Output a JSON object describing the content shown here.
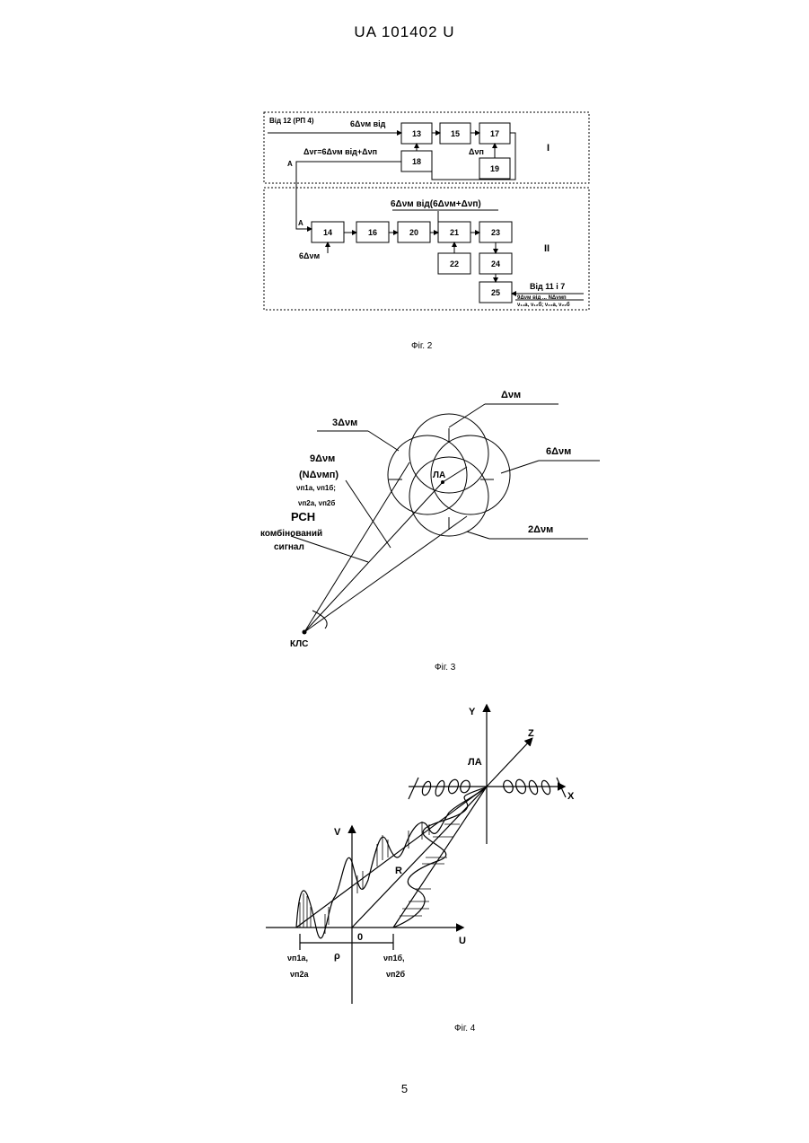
{
  "header": "UA   101402   U",
  "fig2": {
    "caption": "Фіг. 2",
    "from12": "Від 12 (РП 4)",
    "dvm_vid": "6Δνм від",
    "dvr": "Δνг=6Δνм від+Δνп",
    "dvp": "Δνп",
    "A1": "А",
    "A2": "А",
    "roman1": "I",
    "roman2": "II",
    "top2": "6Δνм від(6Δνм+Δνп)",
    "dvm6": "6Δνм",
    "from11": "Від 11 і 7",
    "ndv": "9Δνм від ... NΔνмп",
    "nu_list": "ν₁₁а, ν₁₂б; ν₂₂а, ν₂₂б",
    "blocks": [
      "13",
      "15",
      "17",
      "18",
      "19",
      "14",
      "16",
      "20",
      "21",
      "23",
      "22",
      "24",
      "25"
    ]
  },
  "fig3": {
    "caption": "Фіг. 3",
    "dvm": "Δνм",
    "dvm3": "3Δνм",
    "dvm6": "6Δνм",
    "dvm2": "2Δνм",
    "dvm9": "9Δνм",
    "ndvm": "(NΔνмп)",
    "nu1": "νп1а, νп1б;",
    "nu2": "νп2а, νп2б",
    "rsn": "РСН",
    "komb": "комбінований",
    "sygnal": "сигнал",
    "la": "ЛА",
    "kls": "КЛС"
  },
  "fig4": {
    "caption": "Фіг. 4",
    "y": "Y",
    "z": "Z",
    "x": "X",
    "la": "ЛА",
    "v": "V",
    "u": "U",
    "r": "R",
    "rho": "ρ",
    "zero": "0",
    "nu_left1": "νп1а,",
    "nu_left2": "νп2а",
    "nu_right1": "νп1б,",
    "nu_right2": "νп2б"
  },
  "page": "5"
}
